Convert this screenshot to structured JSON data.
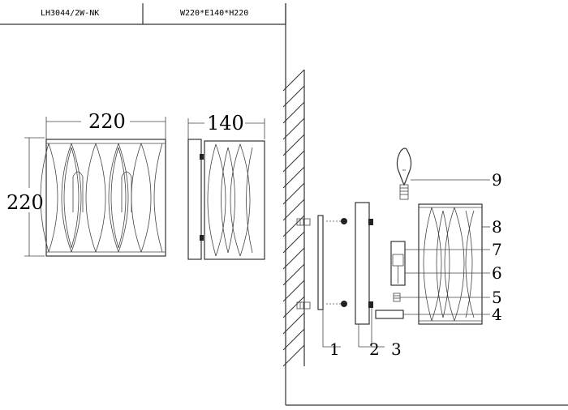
{
  "header": {
    "model": "LH3044/2W-NK",
    "dimensions": "W220*E140*H220"
  },
  "front_view": {
    "width_label": "220",
    "height_label": "220"
  },
  "side_view": {
    "depth_label": "140"
  },
  "parts": [
    {
      "number": "1"
    },
    {
      "number": "2"
    },
    {
      "number": "3"
    },
    {
      "number": "4"
    },
    {
      "number": "5"
    },
    {
      "number": "6"
    },
    {
      "number": "7"
    },
    {
      "number": "8"
    },
    {
      "number": "9"
    }
  ]
}
